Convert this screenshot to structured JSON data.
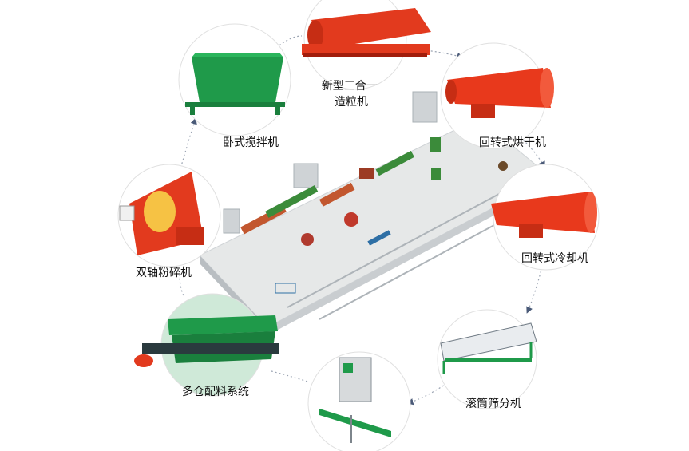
{
  "machines": [
    {
      "id": "granulator",
      "label": "新型三合一\n造粒机",
      "icon": "triple-granulator-icon"
    },
    {
      "id": "dryer",
      "label": "回转式烘干机",
      "icon": "rotary-dryer-icon"
    },
    {
      "id": "cooler",
      "label": "回转式冷却机",
      "icon": "rotary-cooler-icon"
    },
    {
      "id": "screener",
      "label": "滚筒筛分机",
      "icon": "drum-screener-icon"
    },
    {
      "id": "packer",
      "label": "",
      "icon": "packing-machine-icon"
    },
    {
      "id": "batching",
      "label": "多仓配料系统",
      "icon": "batching-system-icon"
    },
    {
      "id": "crusher",
      "label": "双轴粉碎机",
      "icon": "double-shaft-crusher-icon"
    },
    {
      "id": "mixer",
      "label": "卧式搅拌机",
      "icon": "horizontal-mixer-icon"
    }
  ],
  "colors": {
    "machine_red": "#e23a1e",
    "machine_green": "#1f9a4a",
    "platform": "#e6e8e8",
    "connector": "#8a94a6"
  }
}
